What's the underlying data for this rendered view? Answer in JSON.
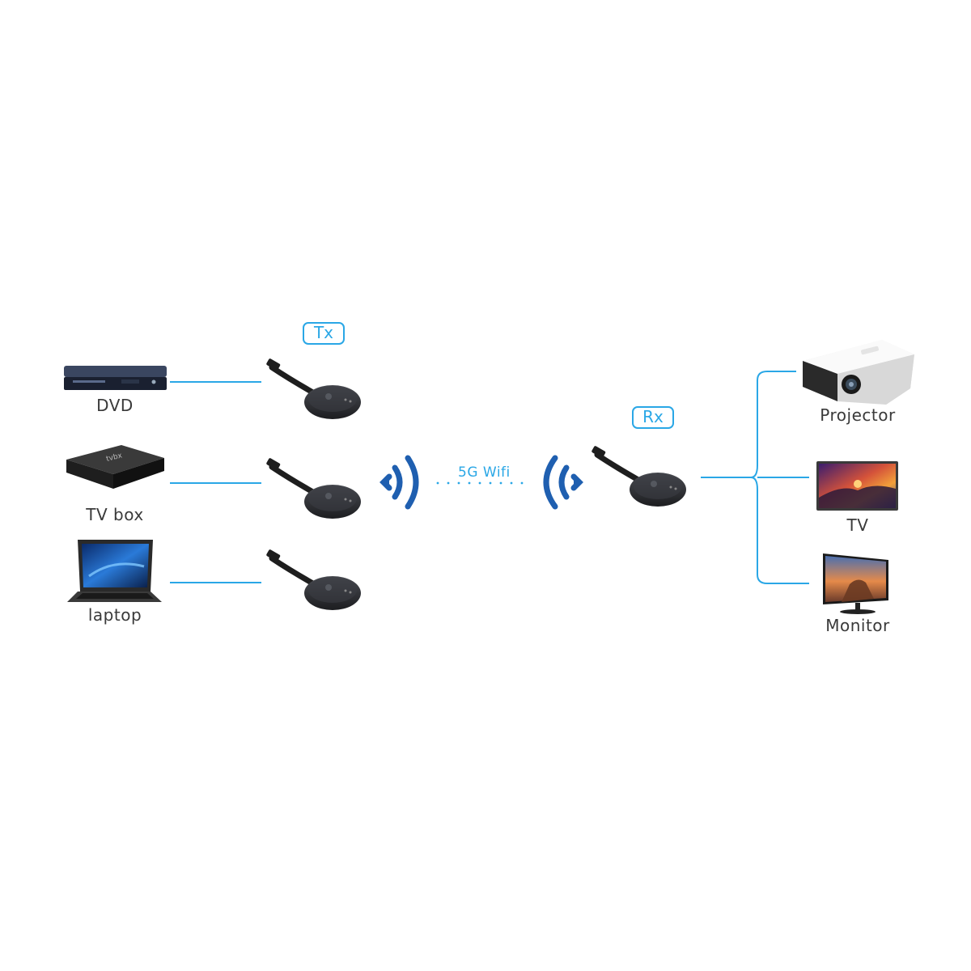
{
  "sources": [
    {
      "id": "dvd",
      "label": "DVD"
    },
    {
      "id": "tvbox",
      "label": "TV box"
    },
    {
      "id": "laptop",
      "label": "laptop"
    }
  ],
  "transmitter_tag": "Tx",
  "receiver_tag": "Rx",
  "link_label": "5G Wifi",
  "destinations": [
    {
      "id": "projector",
      "label": "Projector"
    },
    {
      "id": "tv",
      "label": "TV"
    },
    {
      "id": "monitor",
      "label": "Monitor"
    }
  ],
  "colors": {
    "line": "#2aa7e6",
    "wifi_waves": "#1f5fb0",
    "dongle": "#2b2d31",
    "text": "#3a3a3a"
  }
}
